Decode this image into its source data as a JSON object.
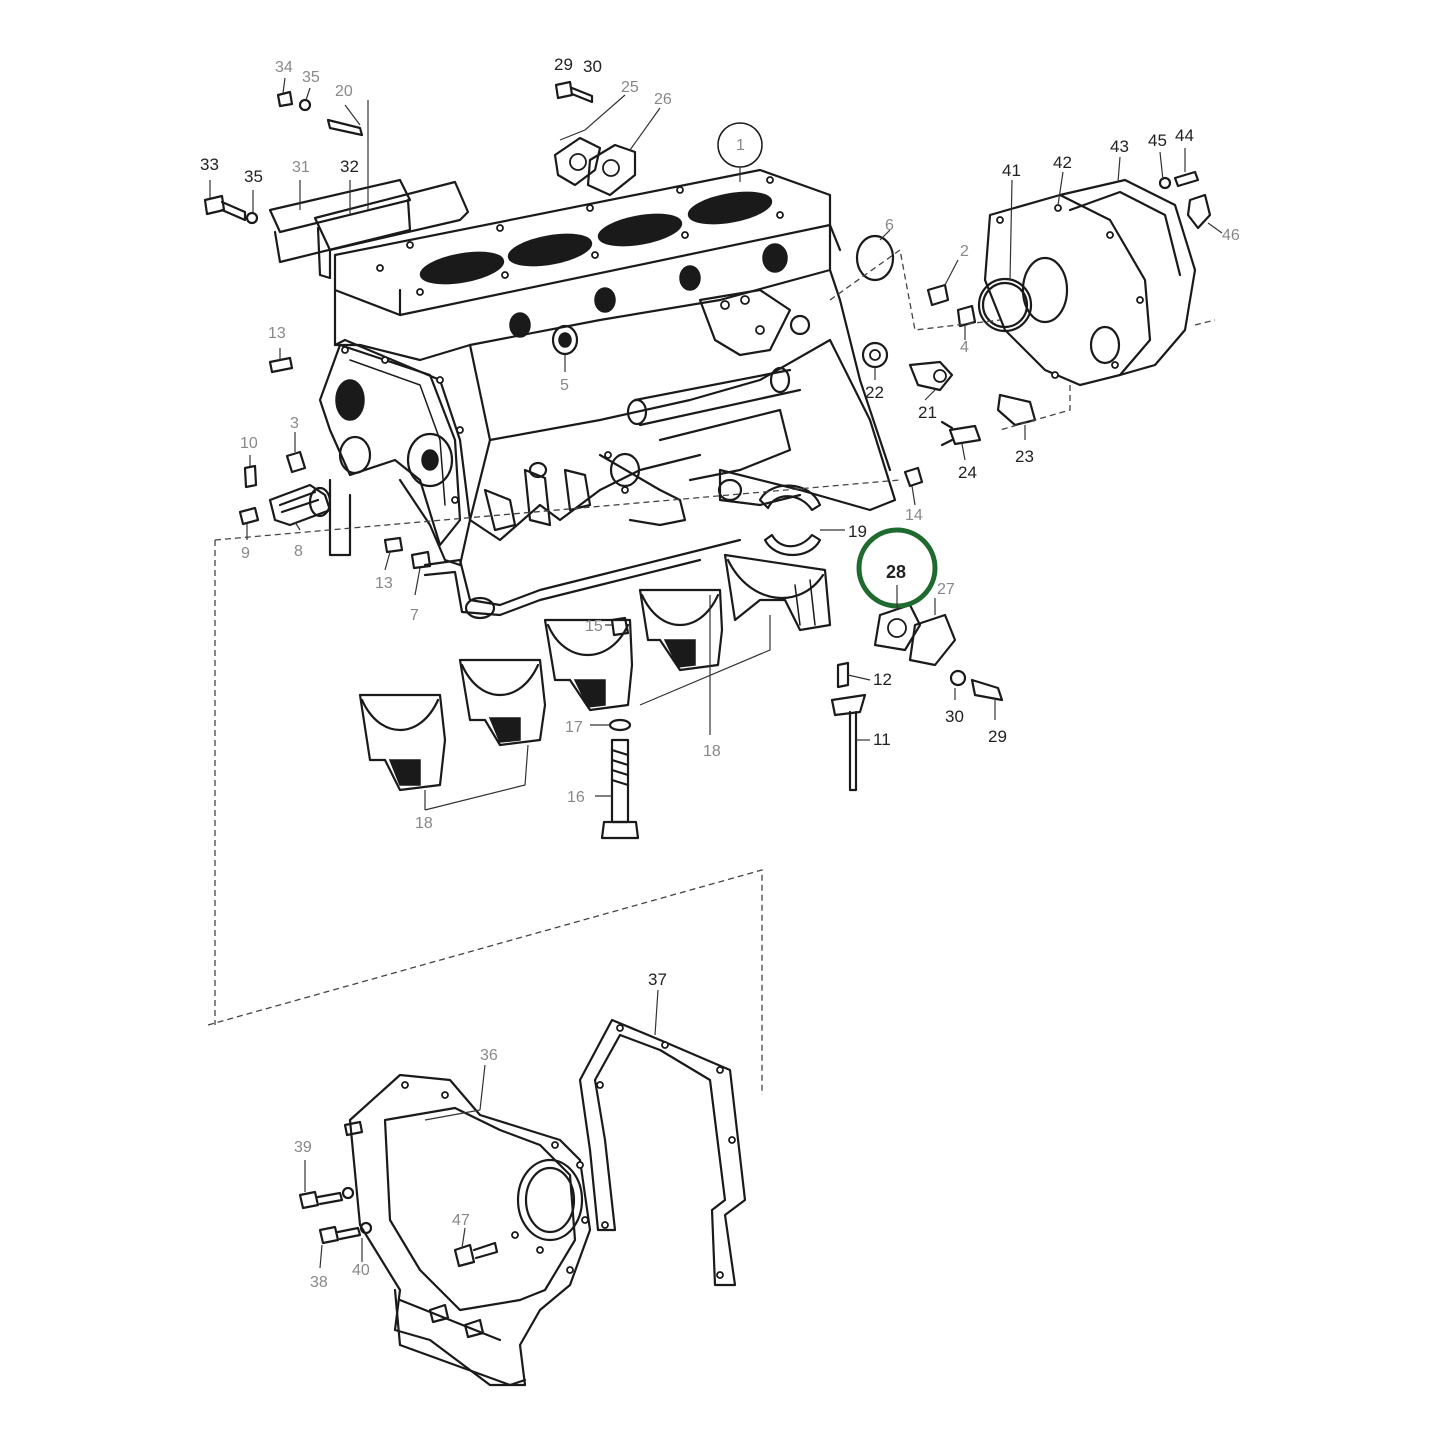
{
  "diagram": {
    "highlight": {
      "label": "28",
      "color": "#1f6b2f"
    },
    "callouts": {
      "c1": "1",
      "c2": "2",
      "c3": "3",
      "c4": "4",
      "c5": "5",
      "c6": "6",
      "c7": "7",
      "c8": "8",
      "c9": "9",
      "c10": "10",
      "c11": "11",
      "c12": "12",
      "c13a": "13",
      "c13b": "13",
      "c14": "14",
      "c15": "15",
      "c16": "16",
      "c17": "17",
      "c18a": "18",
      "c18b": "18",
      "c19": "19",
      "c20": "20",
      "c21": "21",
      "c22": "22",
      "c23": "23",
      "c24": "24",
      "c25": "25",
      "c26": "26",
      "c27": "27",
      "c29a": "29",
      "c29b": "29",
      "c30a": "30",
      "c30b": "30",
      "c31": "31",
      "c32": "32",
      "c33": "33",
      "c34": "34",
      "c35a": "35",
      "c35b": "35",
      "c36": "36",
      "c37": "37",
      "c38": "38",
      "c39": "39",
      "c40": "40",
      "c41": "41",
      "c42": "42",
      "c43": "43",
      "c44": "44",
      "c45": "45",
      "c46": "46",
      "c47": "47"
    }
  }
}
